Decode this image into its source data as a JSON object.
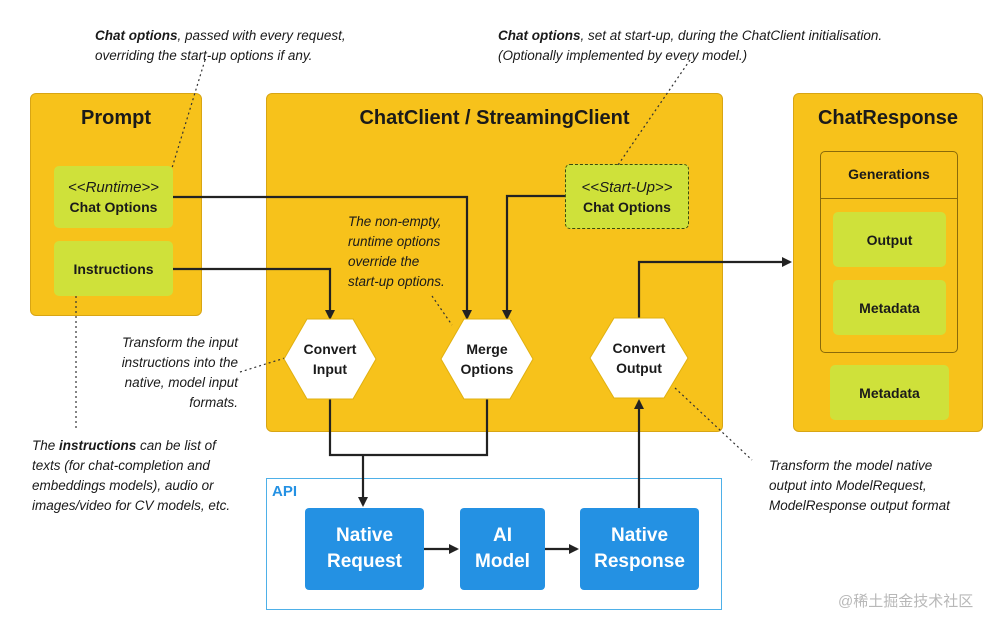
{
  "notes": {
    "chat_options_runtime_bold": "Chat options",
    "chat_options_runtime_line1_rest": ", passed with every  request,",
    "chat_options_runtime_line2": "overriding the start-up options if any.",
    "chat_options_startup_bold": "Chat options",
    "chat_options_startup_line1_rest": ", set at start-up, during  the ChatClient initialisation.",
    "chat_options_startup_line2": "(Optionally implemented by every model.)",
    "merge_note": [
      "The non-empty,",
      "runtime options",
      "override the",
      "start-up options."
    ],
    "transform_input": [
      "Transform the input",
      "instructions into the",
      "native, model input",
      "formats."
    ],
    "instructions_prefix": "The ",
    "instructions_bold": "instructions",
    "instructions_line1_rest": " can be list of",
    "instructions_rest": [
      "texts (for chat-completion and",
      "embeddings models), audio or",
      "images/video for CV models, etc."
    ],
    "transform_output": [
      "Transform the model native",
      "output into ModelRequest,",
      "ModelResponse output format"
    ]
  },
  "prompt": {
    "title": "Prompt",
    "runtime_stereotype": "<<Runtime>>",
    "runtime_label": "Chat Options",
    "instructions_label": "Instructions"
  },
  "client": {
    "title": "ChatClient / StreamingClient",
    "startup_stereotype": "<<Start-Up>>",
    "startup_label": "Chat Options",
    "convert_input": [
      "Convert",
      "Input"
    ],
    "merge_options": [
      "Merge",
      "Options"
    ],
    "convert_output": [
      "Convert",
      "Output"
    ]
  },
  "response": {
    "title": "ChatResponse",
    "generations_label": "Generations",
    "output_label": "Output",
    "gen_metadata_label": "Metadata",
    "metadata_label": "Metadata"
  },
  "api": {
    "label": "API",
    "native_request": [
      "Native",
      "Request"
    ],
    "ai_model": [
      "AI",
      "Model"
    ],
    "native_response": [
      "Native",
      "Response"
    ]
  },
  "watermark": "@稀土掘金技术社区",
  "colors": {
    "container_yellow": "#f7c21b",
    "box_green": "#cfe13a",
    "api_blue": "#2491e3",
    "api_border": "#4eb0e8"
  }
}
